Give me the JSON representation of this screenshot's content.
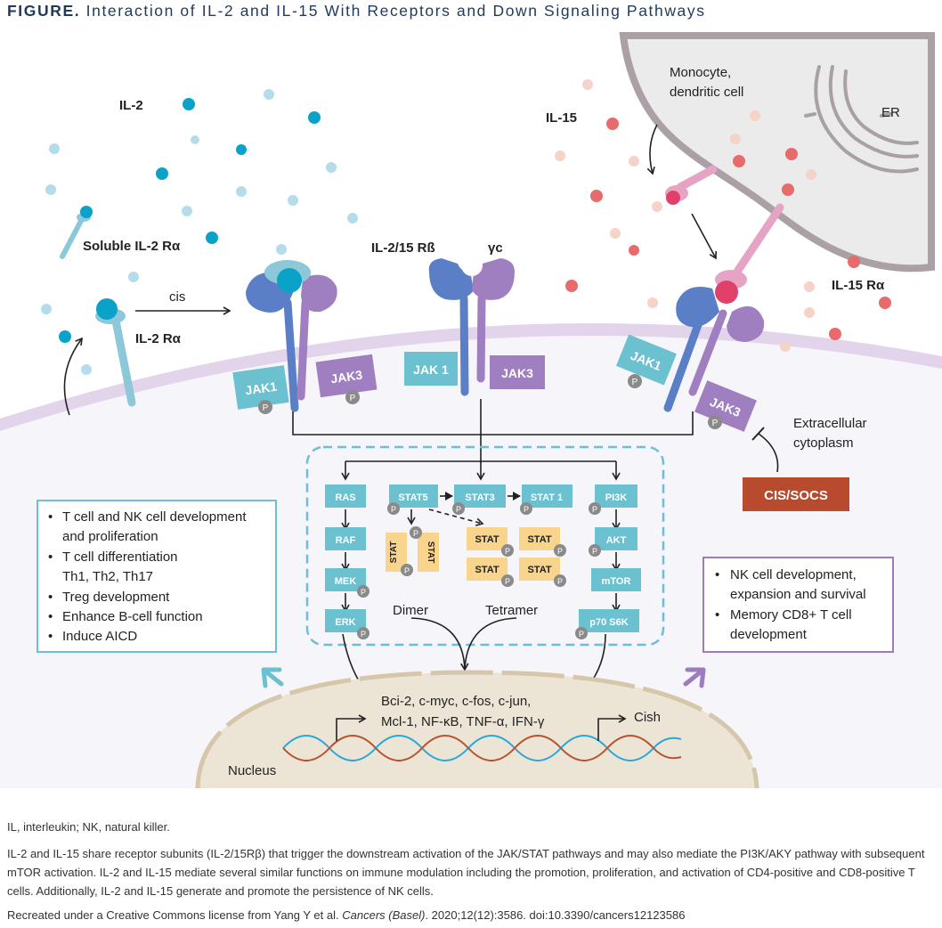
{
  "title": {
    "label": "FIGURE.",
    "text": "Interaction of IL-2 and IL-15 With Receptors and Down Signaling Pathways"
  },
  "diagram": {
    "il2": "IL-2",
    "soluble_il2_ra": "Soluble IL-2 Rα",
    "il2_ra": "IL-2 Rα",
    "cis_arrow": "cis",
    "il2_15_rb": "IL-2/15 Rß",
    "gamma_c": "γc",
    "il15": "IL-15",
    "monocyte": [
      "Monocyte,",
      "dendritic cell"
    ],
    "er": "ER",
    "il15_ra": "IL-15 Rα",
    "jak1": "JAK1",
    "jak1_alt": "JAK 1",
    "jak3": "JAK3",
    "p": "P",
    "extracellular": [
      "Extracellular",
      "cytoplasm"
    ],
    "cis_socs": "CIS/SOCS",
    "pathway": {
      "ras": "RAS",
      "raf": "RAF",
      "mek": "MEK",
      "erk": "ERK",
      "stat5": "STAT5",
      "stat3": "STAT3",
      "stat1": "STAT 1",
      "stat": "STAT",
      "pi3k": "PI3K",
      "akt": "AKT",
      "mtor": "mTOR",
      "p70s6k": "p70 S6K",
      "dimer": "Dimer",
      "tetramer": "Tetramer"
    },
    "left_box": [
      [
        "T cell and NK cell development",
        "and proliferation"
      ],
      [
        "T cell differentiation",
        "Th1, Th2, Th17"
      ],
      [
        "Treg development"
      ],
      [
        "Enhance B-cell function"
      ],
      [
        "Induce AICD"
      ]
    ],
    "right_box": [
      [
        "NK cell development,",
        "expansion and survival"
      ],
      [
        "Memory CD8+ T cell",
        "development"
      ]
    ],
    "genes": [
      "Bci-2, c-myc, c-fos, c-jun,",
      "Mcl-1, NF-κB, TNF-α, IFN-γ"
    ],
    "cish": "Cish",
    "nucleus": "Nucleus"
  },
  "captions": {
    "abbrev": "IL, interleukin; NK, natural killer.",
    "body": "IL-2 and IL-15 share receptor subunits (IL-2/15Rβ) that trigger the downstream activation of the JAK/STAT pathways and may also mediate the PI3K/AKY pathway with subsequent mTOR activation. IL-2 and IL-15 mediate several similar functions on immune modulation including the promotion, proliferation, and activation of CD4-positive and CD8-positive T cells. Additionally, IL-2 and IL-15 generate and promote the persistence of NK cells.",
    "credit_prefix": "Recreated under a Creative Commons license from Yang Y et al. ",
    "credit_journal": "Cancers (Basel)",
    "credit_suffix": ". 2020;12(12):3586. doi:10.3390/cancers12123586"
  },
  "colors": {
    "title": "#1e3a5c",
    "il2_dot": "#0aa2c8",
    "il2_dot_light": "#b4dcea",
    "il15_dot": "#e86b6b",
    "il15_dot_light": "#f6d2c8",
    "receptor_beta": "#5b7fc6",
    "receptor_gamma": "#a07fc0",
    "il2_ra": "#8cc8d8",
    "il15_ra": "#e6a3c3",
    "pathway_box": "#6cc1d0",
    "stat_box": "#f9d48c",
    "cis_socs": "#b84a2e",
    "left_box_border": "#6cc1d0",
    "right_box_border": "#9c7bbf",
    "membrane": "#ddd0e6",
    "monocyte_fill": "#ebebeb",
    "monocyte_border": "#aaa0a6"
  }
}
